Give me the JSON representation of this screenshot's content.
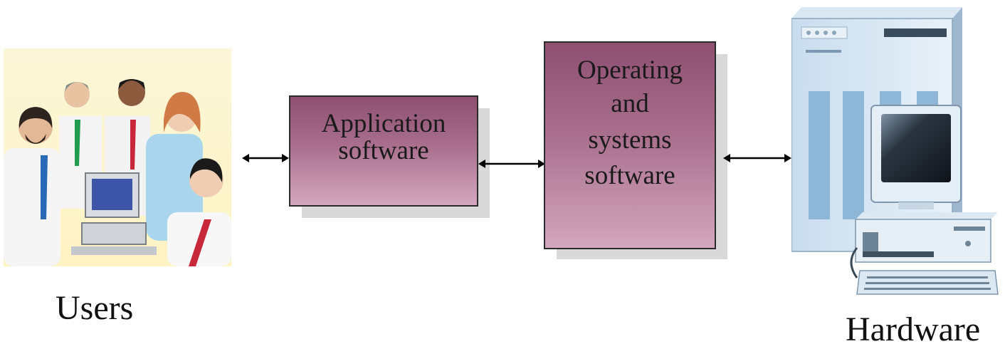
{
  "nodes": {
    "users": {
      "label": "Users"
    },
    "application": {
      "lines": [
        "Application",
        "software"
      ]
    },
    "operating": {
      "lines": [
        "Operating",
        "and",
        "systems",
        "software"
      ]
    },
    "hardware": {
      "label": "Hardware"
    }
  },
  "icons": {
    "users": "people-group-icon",
    "hardware": "computer-tower-icon"
  },
  "colors": {
    "box_top": "#8e4f70",
    "box_bottom": "#d2a7bd",
    "shadow": "#d9d9d9"
  }
}
